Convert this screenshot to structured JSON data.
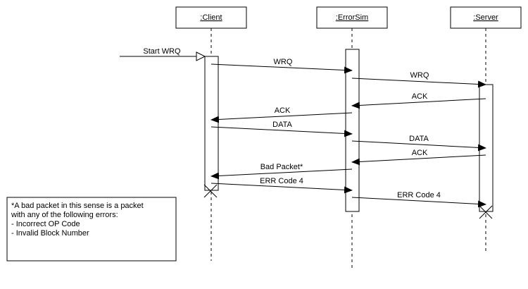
{
  "participants": [
    {
      "id": "client",
      "label": ":Client"
    },
    {
      "id": "errorsim",
      "label": ":ErrorSim"
    },
    {
      "id": "server",
      "label": ":Server"
    }
  ],
  "messages": [
    {
      "label": "Start WRQ"
    },
    {
      "label": "WRQ"
    },
    {
      "label": "WRQ"
    },
    {
      "label": "ACK"
    },
    {
      "label": "ACK"
    },
    {
      "label": "DATA"
    },
    {
      "label": "DATA"
    },
    {
      "label": "ACK"
    },
    {
      "label": "Bad Packet*"
    },
    {
      "label": "ERR Code 4"
    },
    {
      "label": "ERR Code 4"
    }
  ],
  "note": {
    "lines": [
      "*A bad packet in this sense is a packet",
      "with any of the following errors:",
      "- Incorrect OP Code",
      "- Invalid Block Number"
    ]
  },
  "colors": {
    "line": "#000000",
    "background": "#ffffff"
  }
}
